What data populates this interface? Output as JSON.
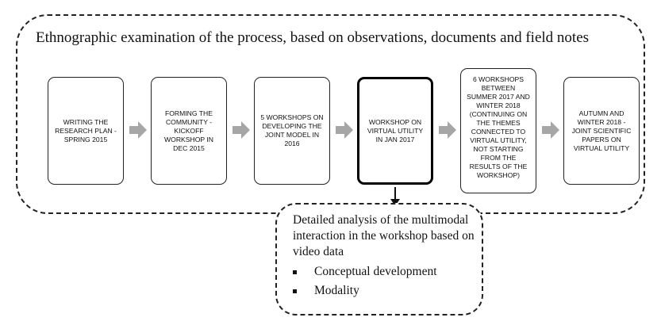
{
  "outer": {
    "title": "Ethnographic examination of the process, based on observations, documents and field notes"
  },
  "stages": [
    {
      "text": "Writing the research plan - spring 2015"
    },
    {
      "text": "Forming the community - kickoff workshop in Dec 2015"
    },
    {
      "text": "5 workshops on developing the joint model in 2016"
    },
    {
      "text": "Workshop on virtual utility in Jan 2017"
    },
    {
      "text": "6 workshops between summer 2017 and winter 2018\n(continuing on the themes connected to virtual utility, not starting from the results of the workshop)"
    },
    {
      "text": "Autumn and winter 2018 - joint scientific papers on virtual utility"
    }
  ],
  "detail": {
    "text": "Detailed analysis of the multimodal interaction in the workshop based on video data",
    "bullets": [
      "Conceptual development",
      "Modality"
    ]
  },
  "colors": {
    "arrow": "#a6a6a6",
    "line": "#222222"
  }
}
